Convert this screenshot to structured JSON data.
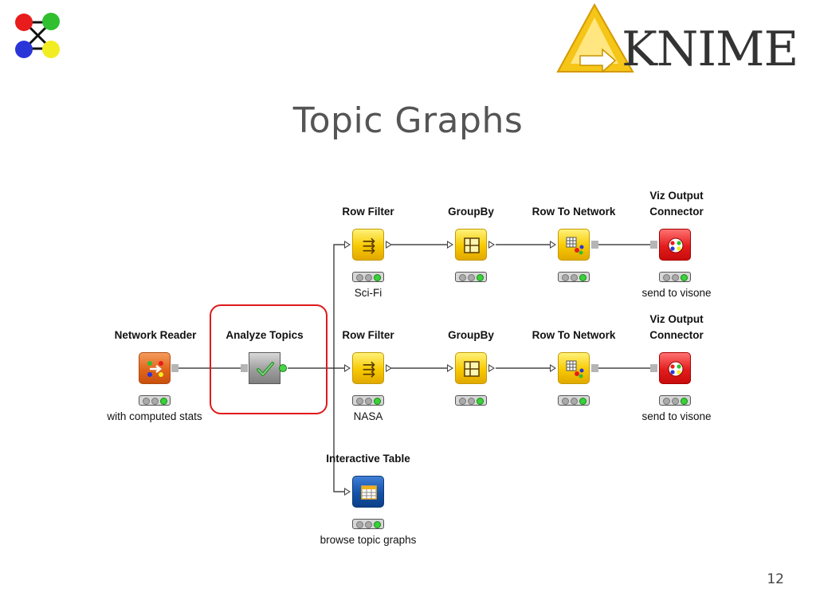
{
  "slide": {
    "title": "Topic Graphs",
    "page_number": "12",
    "brand_text": "KNIME",
    "colors": {
      "accent_red": "#e0191b",
      "node_yellow": "#f7c900",
      "node_red": "#e41d1d",
      "node_blue": "#1552a8",
      "node_orange": "#e0651b",
      "status_green": "#39d239"
    }
  },
  "workflow": {
    "network_reader": {
      "title": "Network Reader",
      "label": "with computed stats",
      "icon": "network-reader-icon",
      "status": "executed"
    },
    "analyze_topics": {
      "title": "Analyze Topics",
      "label": "",
      "icon": "checkmark-icon",
      "status": "executed"
    },
    "branch_top": {
      "row_filter": {
        "title": "Row Filter",
        "label": "Sci-Fi",
        "icon": "row-filter-icon"
      },
      "groupby": {
        "title": "GroupBy",
        "label": "",
        "icon": "groupby-icon"
      },
      "row_to_network": {
        "title": "Row To Network",
        "label": "",
        "icon": "row-to-network-icon"
      },
      "viz_output": {
        "title_line1": "Viz Output",
        "title_line2": "Connector",
        "label": "send to visone",
        "icon": "viz-output-icon"
      }
    },
    "branch_middle": {
      "row_filter": {
        "title": "Row Filter",
        "label": "NASA",
        "icon": "row-filter-icon"
      },
      "groupby": {
        "title": "GroupBy",
        "label": "",
        "icon": "groupby-icon"
      },
      "row_to_network": {
        "title": "Row To Network",
        "label": "",
        "icon": "row-to-network-icon"
      },
      "viz_output": {
        "title_line1": "Viz Output",
        "title_line2": "Connector",
        "label": "send to visone",
        "icon": "viz-output-icon"
      }
    },
    "interactive_table": {
      "title": "Interactive Table",
      "label": "browse topic graphs",
      "icon": "table-icon"
    }
  }
}
